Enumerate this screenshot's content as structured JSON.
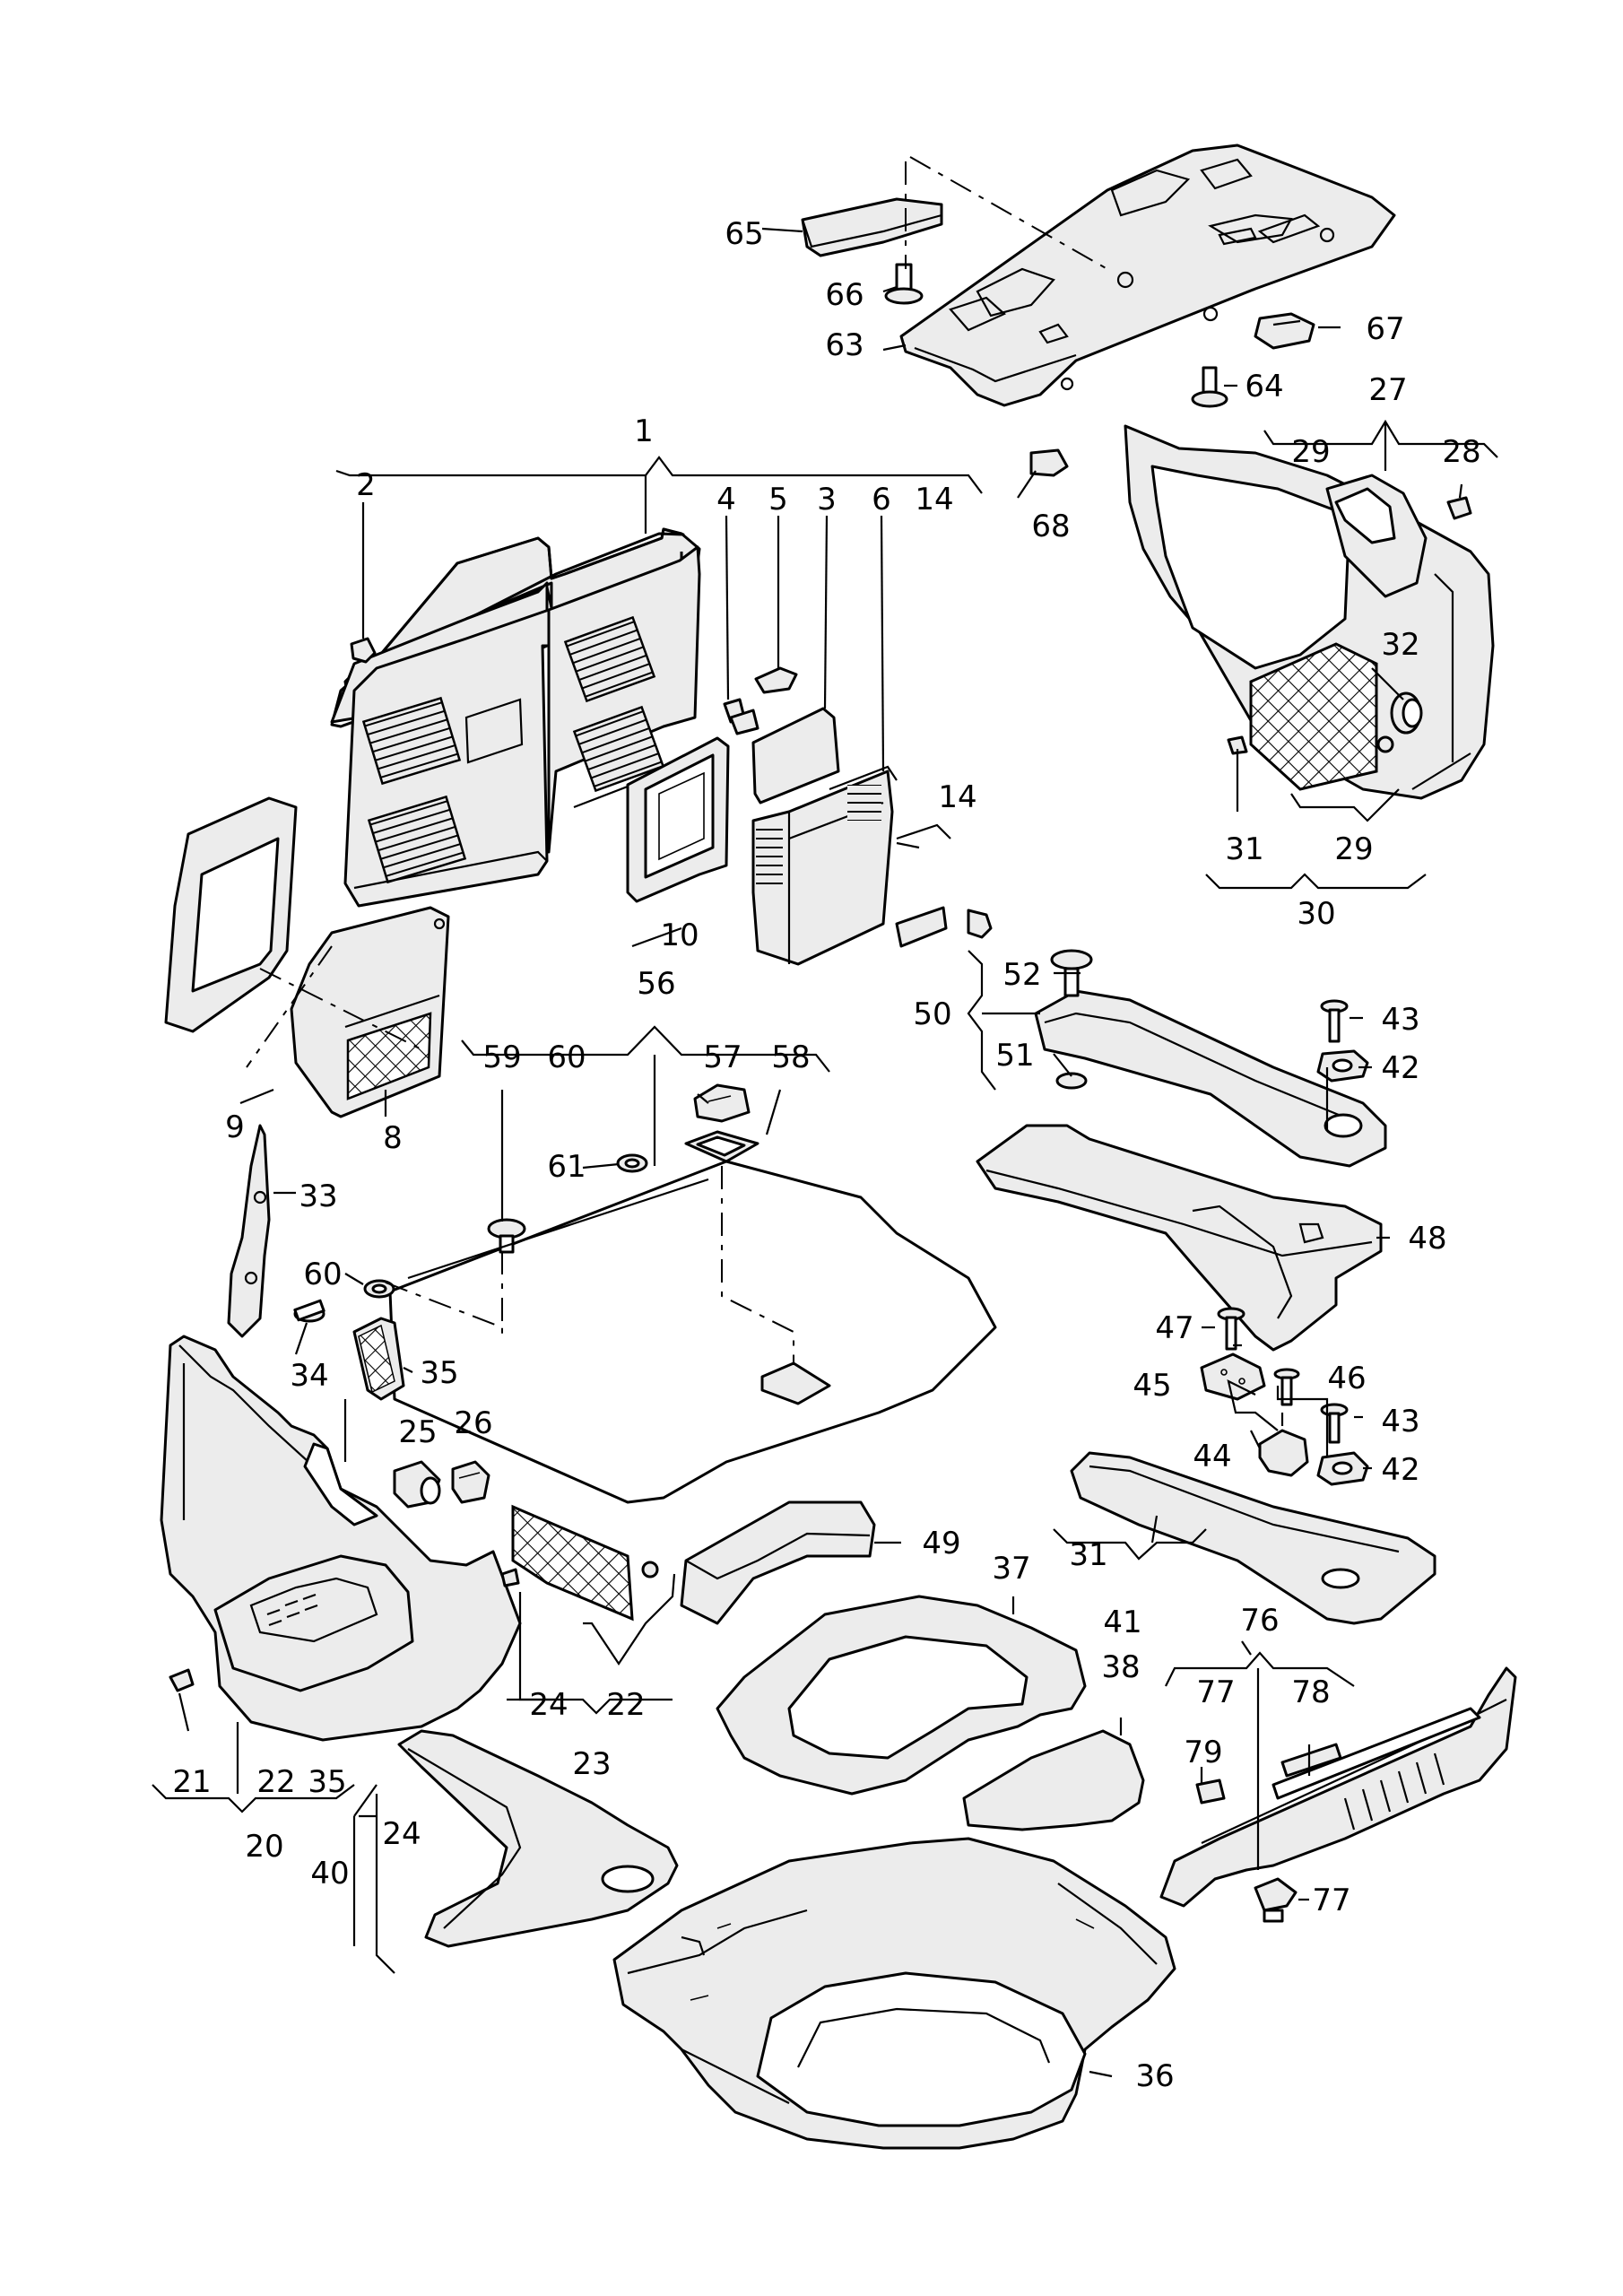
{
  "callouts": [
    {
      "id": "c1",
      "text": "1"
    },
    {
      "id": "c2",
      "text": "2"
    },
    {
      "id": "c3",
      "text": "3"
    },
    {
      "id": "c4",
      "text": "4"
    },
    {
      "id": "c5",
      "text": "5"
    },
    {
      "id": "c6",
      "text": "6"
    },
    {
      "id": "c8",
      "text": "8"
    },
    {
      "id": "c9",
      "text": "9"
    },
    {
      "id": "c10",
      "text": "10"
    },
    {
      "id": "c14a",
      "text": "14"
    },
    {
      "id": "c14b",
      "text": "14"
    },
    {
      "id": "c20",
      "text": "20"
    },
    {
      "id": "c21",
      "text": "21"
    },
    {
      "id": "c22a",
      "text": "22"
    },
    {
      "id": "c22b",
      "text": "22"
    },
    {
      "id": "c23",
      "text": "23"
    },
    {
      "id": "c24a",
      "text": "24"
    },
    {
      "id": "c24b",
      "text": "24"
    },
    {
      "id": "c25",
      "text": "25"
    },
    {
      "id": "c26",
      "text": "26"
    },
    {
      "id": "c27",
      "text": "27"
    },
    {
      "id": "c28",
      "text": "28"
    },
    {
      "id": "c29a",
      "text": "29"
    },
    {
      "id": "c29b",
      "text": "29"
    },
    {
      "id": "c30",
      "text": "30"
    },
    {
      "id": "c31a",
      "text": "31"
    },
    {
      "id": "c31b",
      "text": "31"
    },
    {
      "id": "c32",
      "text": "32"
    },
    {
      "id": "c33",
      "text": "33"
    },
    {
      "id": "c34",
      "text": "34"
    },
    {
      "id": "c35a",
      "text": "35"
    },
    {
      "id": "c35b",
      "text": "35"
    },
    {
      "id": "c36",
      "text": "36"
    },
    {
      "id": "c37",
      "text": "37"
    },
    {
      "id": "c38",
      "text": "38"
    },
    {
      "id": "c40",
      "text": "40"
    },
    {
      "id": "c41",
      "text": "41"
    },
    {
      "id": "c42a",
      "text": "42"
    },
    {
      "id": "c42b",
      "text": "42"
    },
    {
      "id": "c43a",
      "text": "43"
    },
    {
      "id": "c43b",
      "text": "43"
    },
    {
      "id": "c44",
      "text": "44"
    },
    {
      "id": "c45",
      "text": "45"
    },
    {
      "id": "c46",
      "text": "46"
    },
    {
      "id": "c47",
      "text": "47"
    },
    {
      "id": "c48",
      "text": "48"
    },
    {
      "id": "c49",
      "text": "49"
    },
    {
      "id": "c50",
      "text": "50"
    },
    {
      "id": "c51",
      "text": "51"
    },
    {
      "id": "c52",
      "text": "52"
    },
    {
      "id": "c56",
      "text": "56"
    },
    {
      "id": "c57",
      "text": "57"
    },
    {
      "id": "c58",
      "text": "58"
    },
    {
      "id": "c59",
      "text": "59"
    },
    {
      "id": "c60a",
      "text": "60"
    },
    {
      "id": "c60b",
      "text": "60"
    },
    {
      "id": "c61",
      "text": "61"
    },
    {
      "id": "c63",
      "text": "63"
    },
    {
      "id": "c64",
      "text": "64"
    },
    {
      "id": "c65",
      "text": "65"
    },
    {
      "id": "c66",
      "text": "66"
    },
    {
      "id": "c67",
      "text": "67"
    },
    {
      "id": "c68",
      "text": "68"
    },
    {
      "id": "c76",
      "text": "76"
    },
    {
      "id": "c77a",
      "text": "77"
    },
    {
      "id": "c77b",
      "text": "77"
    },
    {
      "id": "c78",
      "text": "78"
    },
    {
      "id": "c79",
      "text": "79"
    }
  ]
}
